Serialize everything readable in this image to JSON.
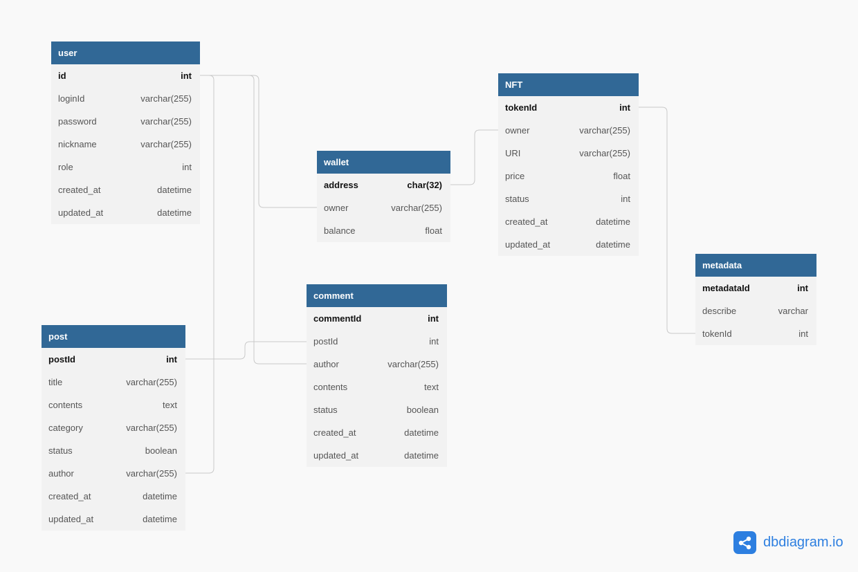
{
  "brand": {
    "name": "dbdiagram.io",
    "logo_icon": "share-nodes-icon",
    "color": "#2d7fe0"
  },
  "colors": {
    "header": "#316896",
    "table_bg": "#f2f2f2",
    "connector": "#c9c9c9",
    "background": "#f9f9f9"
  },
  "tables": [
    {
      "id": "user",
      "name": "user",
      "columns": [
        {
          "name": "id",
          "type": "int",
          "pk": true
        },
        {
          "name": "loginId",
          "type": "varchar(255)"
        },
        {
          "name": "password",
          "type": "varchar(255)"
        },
        {
          "name": "nickname",
          "type": "varchar(255)"
        },
        {
          "name": "role",
          "type": "int"
        },
        {
          "name": "created_at",
          "type": "datetime"
        },
        {
          "name": "updated_at",
          "type": "datetime"
        }
      ]
    },
    {
      "id": "wallet",
      "name": "wallet",
      "columns": [
        {
          "name": "address",
          "type": "char(32)",
          "pk": true
        },
        {
          "name": "owner",
          "type": "varchar(255)"
        },
        {
          "name": "balance",
          "type": "float"
        }
      ]
    },
    {
      "id": "nft",
      "name": "NFT",
      "columns": [
        {
          "name": "tokenId",
          "type": "int",
          "pk": true
        },
        {
          "name": "owner",
          "type": "varchar(255)"
        },
        {
          "name": "URI",
          "type": "varchar(255)"
        },
        {
          "name": "price",
          "type": "float"
        },
        {
          "name": "status",
          "type": "int"
        },
        {
          "name": "created_at",
          "type": "datetime"
        },
        {
          "name": "updated_at",
          "type": "datetime"
        }
      ]
    },
    {
      "id": "metadata",
      "name": "metadata",
      "columns": [
        {
          "name": "metadataId",
          "type": "int",
          "pk": true
        },
        {
          "name": "describe",
          "type": "varchar"
        },
        {
          "name": "tokenId",
          "type": "int"
        }
      ]
    },
    {
      "id": "comment",
      "name": "comment",
      "columns": [
        {
          "name": "commentId",
          "type": "int",
          "pk": true
        },
        {
          "name": "postId",
          "type": "int"
        },
        {
          "name": "author",
          "type": "varchar(255)"
        },
        {
          "name": "contents",
          "type": "text"
        },
        {
          "name": "status",
          "type": "boolean"
        },
        {
          "name": "created_at",
          "type": "datetime"
        },
        {
          "name": "updated_at",
          "type": "datetime"
        }
      ]
    },
    {
      "id": "post",
      "name": "post",
      "columns": [
        {
          "name": "postId",
          "type": "int",
          "pk": true
        },
        {
          "name": "title",
          "type": "varchar(255)"
        },
        {
          "name": "contents",
          "type": "text"
        },
        {
          "name": "category",
          "type": "varchar(255)"
        },
        {
          "name": "status",
          "type": "boolean"
        },
        {
          "name": "author",
          "type": "varchar(255)"
        },
        {
          "name": "created_at",
          "type": "datetime"
        },
        {
          "name": "updated_at",
          "type": "datetime"
        }
      ]
    }
  ]
}
